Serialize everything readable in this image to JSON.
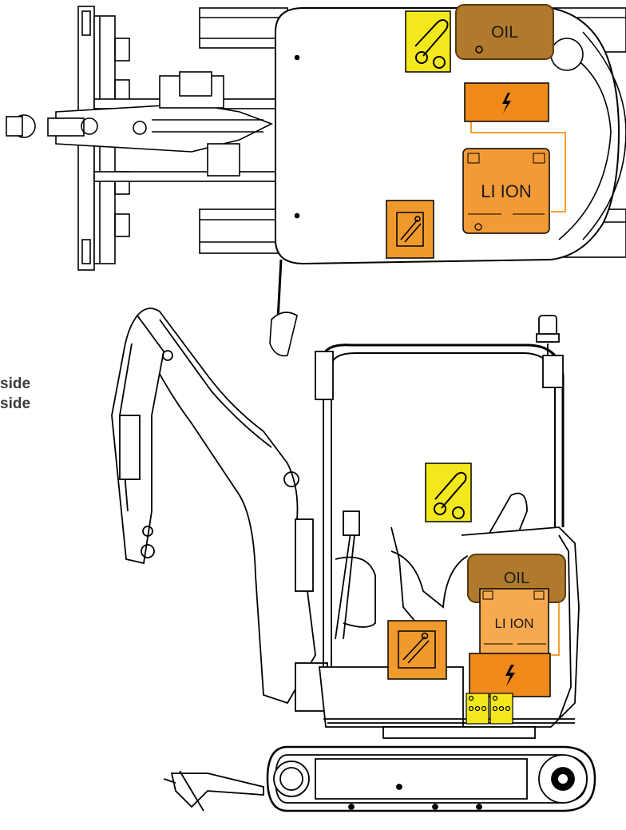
{
  "side_labels": [
    "side",
    "side"
  ],
  "top_view": {
    "oil_label": "OIL",
    "li_ion_label": "LI ION"
  },
  "side_view": {
    "oil_label": "OIL",
    "li_ion_label": "LI ION"
  },
  "colors": {
    "oil": "#b07a2c",
    "oil_stroke": "#5a3a10",
    "battery": "#f29a36",
    "battery_light": "#f6a94e",
    "electric": "#ef8a1b",
    "hydraulic_yellow": "#f2e81b",
    "hydraulic_orange": "#f09a2d",
    "wire": "#f5a030",
    "line": "#000000"
  },
  "icons": [
    "electric-bolt-icon",
    "hydraulic-cylinder-icon",
    "battery-terminal-icon"
  ]
}
